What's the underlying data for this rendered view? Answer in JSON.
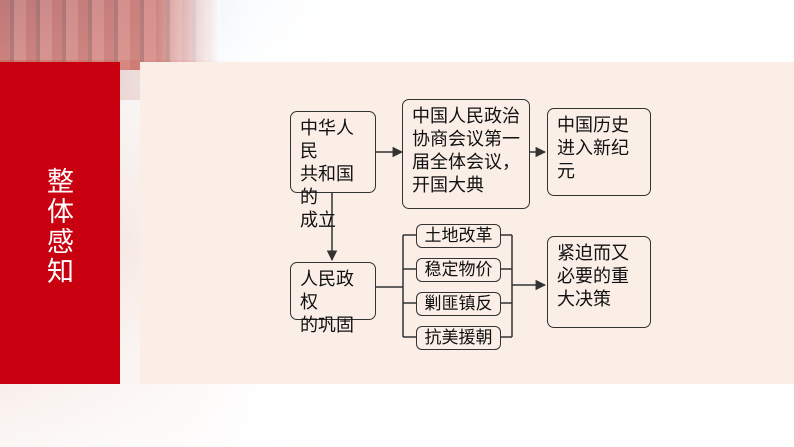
{
  "left_title": "整\n体\n感\n知",
  "boxes": {
    "founding": "中华人民\n共和国的\n成立",
    "cppcc": "中国人民政治\n协商会议第一\n届全体会议，\n开国大典",
    "new_era": "中国历史\n进入新纪\n元",
    "consolidation": "人民政权\n的巩固",
    "decision": "紧迫而又\n必要的重\n大决策"
  },
  "measures": [
    "土地改革",
    "稳定物价",
    "剿匪镇反",
    "抗美援朝"
  ],
  "colors": {
    "accent_red": "#c8000f",
    "panel_bg": "#faeee6",
    "line": "#333333"
  }
}
